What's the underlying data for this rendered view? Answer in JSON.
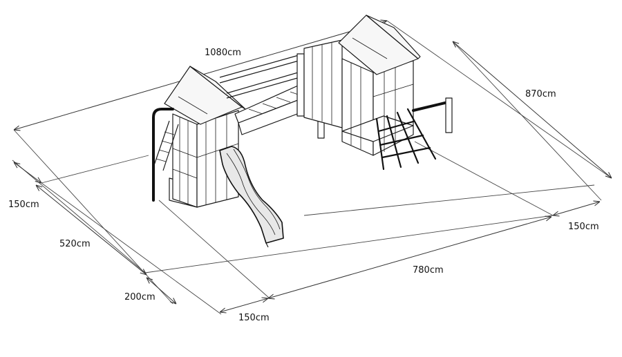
{
  "dimensions": {
    "top_length": "1080cm",
    "right_depth": "870cm",
    "left_margin": "150cm",
    "left_depth": "520cm",
    "front_length": "780cm",
    "front_margin_left": "200cm",
    "front_margin_bottom": "150cm",
    "right_margin": "150cm"
  }
}
